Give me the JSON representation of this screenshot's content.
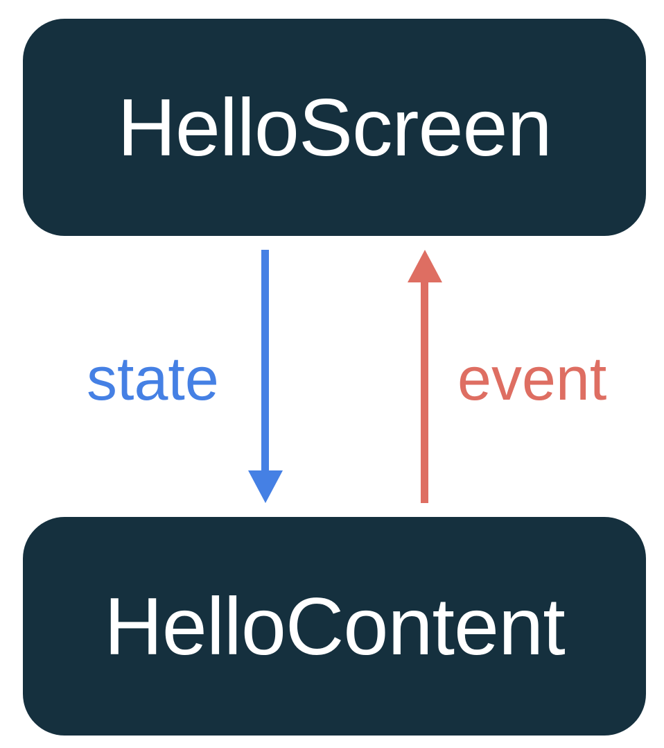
{
  "diagram": {
    "nodes": [
      {
        "id": "hello-screen",
        "label": "HelloScreen"
      },
      {
        "id": "hello-content",
        "label": "HelloContent"
      }
    ],
    "arrows": [
      {
        "id": "state",
        "label": "state",
        "direction": "down",
        "from": "HelloScreen",
        "to": "HelloContent",
        "color": "#4580E4"
      },
      {
        "id": "event",
        "label": "event",
        "direction": "up",
        "from": "HelloContent",
        "to": "HelloScreen",
        "color": "#DE6E62"
      }
    ],
    "colors": {
      "node_bg": "#15303E",
      "node_text": "#FFFFFF",
      "state_accent": "#4580E4",
      "event_accent": "#DE6E62",
      "canvas_bg": "#FFFFFF"
    }
  }
}
